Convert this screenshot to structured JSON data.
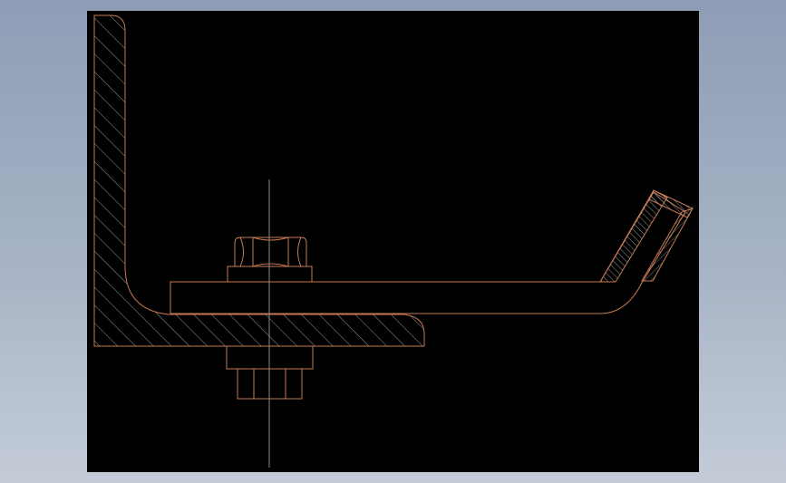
{
  "drawing": {
    "background_color": "#000000",
    "outline_color": "#c87a55",
    "hatch_color": "#bdbdbd",
    "centerline_color": "#8a8a8a",
    "parts": [
      "angle-bracket",
      "hook-bolt",
      "bolt-head",
      "washer",
      "nut",
      "hook-tip"
    ]
  }
}
